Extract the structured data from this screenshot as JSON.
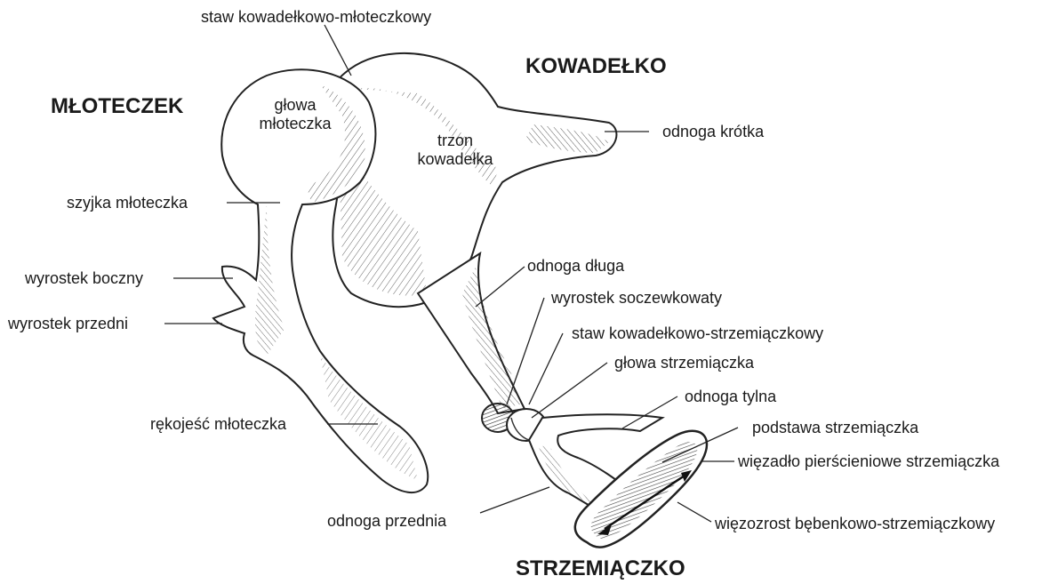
{
  "titles": {
    "malleus": "MŁOTECZEK",
    "incus": "KOWADEŁKO",
    "stapes": "STRZEMIĄCZKO"
  },
  "labels": {
    "staw_kow_mlot": "staw kowadełkowo-młoteczkowy",
    "glowa_mloteczka": "głowa\nmłoteczka",
    "trzon_kowadelka": "trzon\nkowadełka",
    "odnoga_krotka": "odnoga krótka",
    "szyjka_mloteczka": "szyjka młoteczka",
    "odnoga_dluga": "odnoga długa",
    "wyrostek_boczny": "wyrostek boczny",
    "wyrostek_soczewkowaty": "wyrostek soczewkowaty",
    "wyrostek_przedni": "wyrostek przedni",
    "staw_kow_strzem": "staw kowadełkowo-strzemiączkowy",
    "glowa_strzemiaczka": "głowa strzemiączka",
    "odnoga_tylna": "odnoga tylna",
    "rekojesc_mloteczka": "rękojeść młoteczka",
    "podstawa_strzemiaczka": "podstawa strzemiączka",
    "wiezadlo": "więzadło pierścieniowe strzemiączka",
    "odnoga_przednia": "odnoga przednia",
    "wiezozrost": "więzozrost bębenkowo-strzemiączkowy"
  }
}
